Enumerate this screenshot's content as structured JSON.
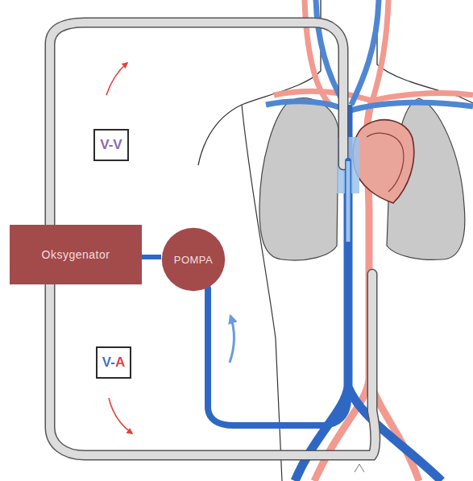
{
  "diagram": {
    "nodes": [
      {
        "text": [
          "V-V"
        ]
      },
      {
        "text": [
          "Oksygenator"
        ]
      },
      {
        "text": [
          "POMPA"
        ]
      },
      {
        "text": [
          "V-A"
        ]
      }
    ],
    "edges": [
      {
        "from": 1,
        "to": 2,
        "arrow": "none"
      }
    ]
  }
}
